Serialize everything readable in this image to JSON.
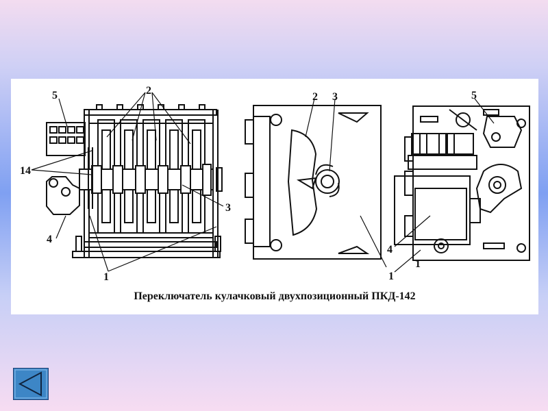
{
  "caption": "Переключатель кулачковый  двухпозиционный ПКД-142",
  "labels": {
    "view1": {
      "n5": "5",
      "n2": "2",
      "n14": "14",
      "n4": "4",
      "n3": "3",
      "n1": "1"
    },
    "view2": {
      "n2": "2",
      "n3": "3",
      "n1": "1"
    },
    "view3": {
      "n5": "5",
      "n4": "4",
      "n1": "1"
    }
  },
  "nav": {
    "back_icon": "triangle-left-icon",
    "back_color": "#3d86c6"
  }
}
